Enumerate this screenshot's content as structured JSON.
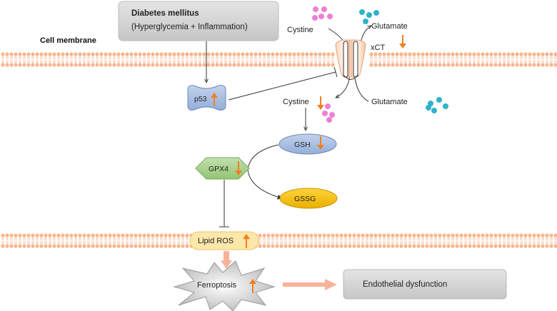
{
  "diagram": {
    "disease_title": "Diabetes mellitus",
    "disease_subtitle": "(Hyperglycemia + Inflammation)",
    "membrane_label": "Cell membrane",
    "cystine_outside": "Cystine",
    "glutamate_outside": "Glutamate",
    "transporter": "xCT",
    "cystine_inside": "Cystine",
    "glutamate_inside": "Glutamate",
    "p53": "p53",
    "gsh": "GSH",
    "gpx4": "GPX4",
    "gssg": "GSSG",
    "lipid_ros": "Lipid ROS",
    "ferroptosis": "Ferroptosis",
    "outcome": "Endothelial dysfunction"
  },
  "colors": {
    "membrane": "#f6b78f",
    "arrow_orange": "#f07f21",
    "cystine_dots": "#ee7fd4",
    "glutamate_dots": "#2fb3c9",
    "protein_blue": "#a7bcdf",
    "gpx4_green": "#a9d18e",
    "gssg_yellow": "#f5c000",
    "lipid_ros_fill": "#fde7a9",
    "grey_box": "#d0d0d0",
    "salmon_arrow": "#f7b399"
  },
  "level_changes": {
    "xct": "down",
    "p53": "up",
    "cystine": "down",
    "gsh": "down",
    "gpx4": "down",
    "lipid_ros": "up",
    "ferroptosis": "up"
  }
}
